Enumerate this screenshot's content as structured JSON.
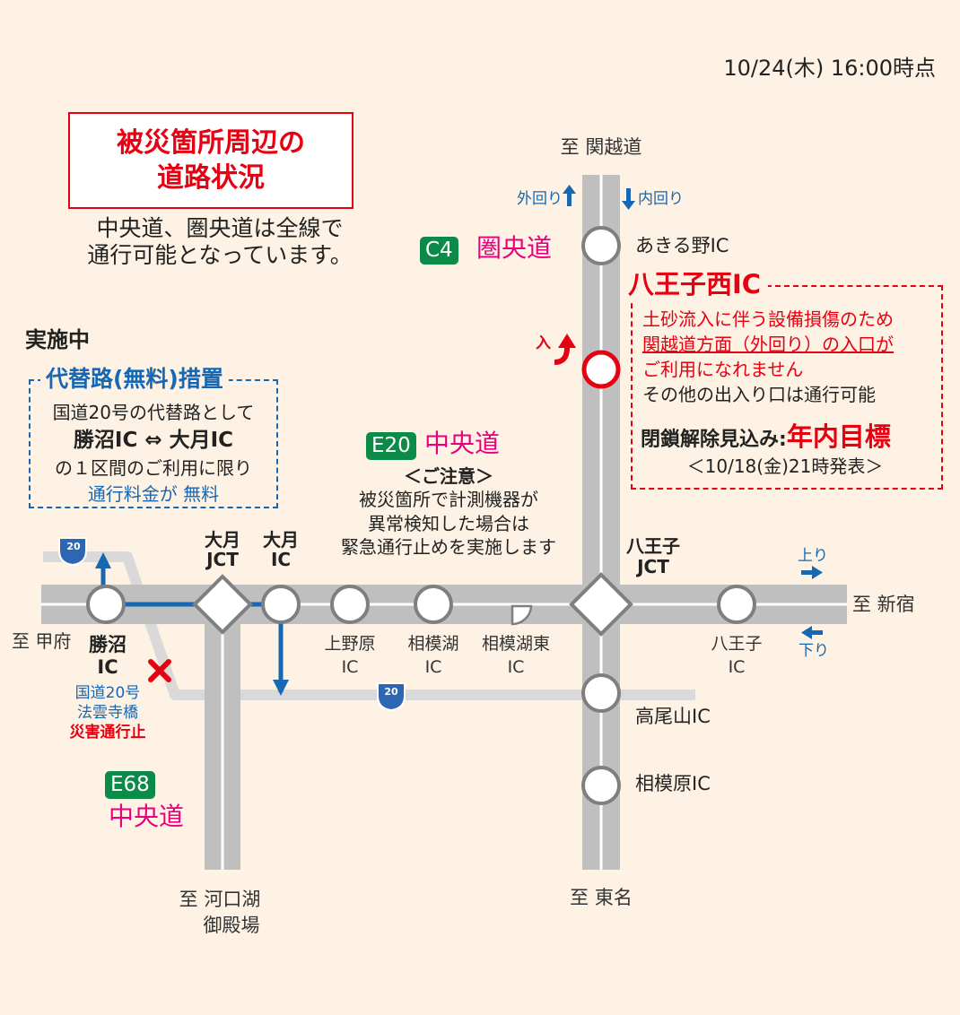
{
  "timestamp": "10/24(木) 16:00時点",
  "title": "被災箇所周辺の\n道路状況",
  "summary": [
    "中央道、圏央道は全線で",
    "通行可能となっています。"
  ],
  "directions": {
    "north": "至 関越道",
    "south": "至 東名",
    "west": "至 甲府",
    "east": "至 新宿",
    "southwest": [
      "至 河口湖",
      "御殿場"
    ]
  },
  "lanes": {
    "outer": "外回り",
    "inner": "内回り",
    "up": "上り",
    "down": "下り"
  },
  "routes": {
    "c4": {
      "code": "C4",
      "name": "圏央道"
    },
    "e20": {
      "code": "E20",
      "name": "中央道"
    },
    "e68": {
      "code": "E68",
      "name": "中央道"
    },
    "r20": "20"
  },
  "interchanges": {
    "akiruno": "あきる野IC",
    "takaosan": "高尾山IC",
    "sagamihara": "相模原IC",
    "katsunuma": [
      "勝沼",
      "IC"
    ],
    "otsuki_jct": [
      "大月",
      "JCT"
    ],
    "otsuki_ic": [
      "大月",
      "IC"
    ],
    "uenohara": [
      "上野原",
      "IC"
    ],
    "sagamiko": [
      "相模湖",
      "IC"
    ],
    "sagamiko_east": [
      "相模湖東",
      "IC"
    ],
    "hachioji_jct": [
      "八王子",
      "JCT"
    ],
    "hachioji_ic": [
      "八王子",
      "IC"
    ]
  },
  "hachioji_nishi": {
    "name": "八王子西IC",
    "entry": "入",
    "lines": [
      "土砂流入に伴う設備損傷のため",
      "関越道方面（外回り）の入口が",
      "ご利用になれません"
    ],
    "other": "その他の出入り口は通行可能",
    "reopen_label": "閉鎖解除見込み:",
    "reopen_target": "年内目標",
    "announced": "＜10/18(金)21時発表＞"
  },
  "detour": {
    "status": "実施中",
    "heading": "代替路(無料)措置",
    "lines": [
      "国道20号の代替路として",
      "勝沼IC ⇔ 大月IC",
      "の１区間のご利用に限り",
      "通行料金が 無料"
    ]
  },
  "notice": {
    "heading": "＜ご注意＞",
    "lines": [
      "被災箇所で計測機器が",
      "異常検知した場合は",
      "緊急通行止めを実施します"
    ]
  },
  "closure": {
    "lines": [
      "国道20号",
      "法雲寺橋"
    ],
    "status": "災害通行止"
  },
  "colors": {
    "background": "#fdf2e3",
    "road": "#bfbfbf",
    "route20": "#d9d9d9",
    "detour": "#1767b2",
    "alert": "#e60012",
    "route_badge": "#0c8a47",
    "route_name": "#e6007e"
  }
}
